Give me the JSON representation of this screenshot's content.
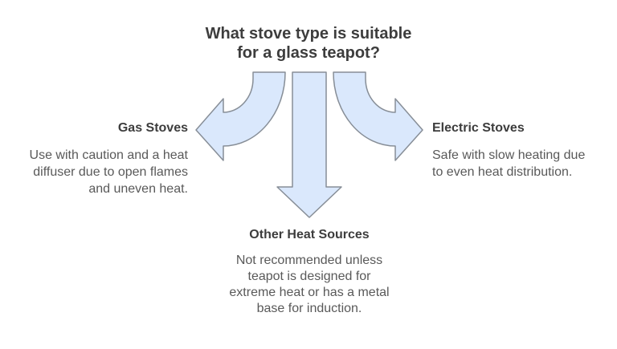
{
  "title": {
    "lines": [
      "What stove type is suitable",
      "for a glass teapot?"
    ]
  },
  "branches": {
    "gas": {
      "heading": "Gas Stoves",
      "lines": [
        "Use with caution and a heat",
        "diffuser due to open flames",
        "and uneven heat."
      ]
    },
    "electric": {
      "heading": "Electric Stoves",
      "lines": [
        "Safe with slow heating due",
        "to even heat distribution."
      ]
    },
    "other": {
      "heading": "Other Heat Sources",
      "lines": [
        "Not recommended unless",
        "teapot is designed for",
        "extreme heat or has a metal",
        "base for induction."
      ]
    }
  },
  "arrows": {
    "left": "curved-arrow-pointing-left",
    "down": "straight-arrow-pointing-down",
    "right": "curved-arrow-pointing-right"
  },
  "colors": {
    "background": "#ffffff",
    "arrow_fill": "#dae8fc",
    "arrow_stroke": "#878e97",
    "title_text": "#3d3d3d",
    "heading_text": "#3d3d3d",
    "body_text": "#595959"
  }
}
